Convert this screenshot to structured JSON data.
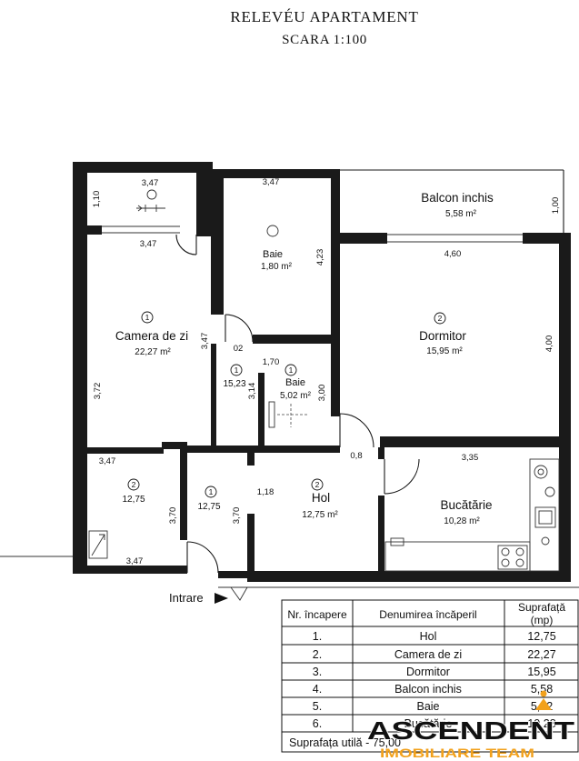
{
  "title": "RELEVÉU APARTAMENT",
  "scale": "SCARA 1:100",
  "plan": {
    "closet": {
      "dims": [
        "3,47",
        "1,10"
      ]
    },
    "camera_de_zi": {
      "number": "1",
      "name": "Camera de zi",
      "area": "22,27 m²",
      "dims": [
        "3,47",
        "3,72",
        "3,47"
      ]
    },
    "baie_sus": {
      "name": "Baie",
      "area": "1,80 m²",
      "dims": [
        "3,47",
        "4,23"
      ]
    },
    "hol_mic": {
      "number": "1",
      "area": "15,23",
      "dims": [
        "02",
        "3,14"
      ]
    },
    "baie": {
      "number": "1",
      "name": "Baie",
      "area": "5,02 m²",
      "dims": [
        "1,70",
        "3,00"
      ]
    },
    "balcon": {
      "name": "Balcon inchis",
      "area": "5,58 m²",
      "dims": [
        "1,00"
      ]
    },
    "dormitor": {
      "number": "2",
      "name": "Dormitor",
      "area": "15,95 m²",
      "dims": [
        "4,60",
        "4,00"
      ]
    },
    "bucatarie": {
      "name": "Bucătărie",
      "area": "10,28 m²",
      "dims": [
        "0,8",
        "3,35"
      ]
    },
    "camera_jos": {
      "number": "2",
      "area": "12,75",
      "dims": [
        "3,47",
        "3,70",
        "3,47"
      ]
    },
    "hol_intrare": {
      "number": "1",
      "area": "12,75",
      "dims": [
        "3,70",
        "1,18"
      ]
    },
    "hol": {
      "number": "2",
      "name": "Hol",
      "area": "12,75 m²"
    },
    "entrance": "Intrare"
  },
  "table": {
    "headers": {
      "nr": "Nr. încapere",
      "name": "Denumirea încăperil",
      "area": "Suprafață",
      "unit": "(mp)"
    },
    "rows": [
      [
        "1.",
        "Hol",
        "12,75"
      ],
      [
        "2.",
        "Camera de zi",
        "22,27"
      ],
      [
        "3.",
        "Dormitor",
        "15,95"
      ],
      [
        "4.",
        "Balcon inchis",
        "5,58"
      ],
      [
        "5.",
        "Baie",
        "5,02"
      ],
      [
        "6.",
        "Bucătărie",
        "10,28"
      ]
    ],
    "total": "Suprafața utilă - 75,00"
  },
  "logo": {
    "name": "ASCENDENT",
    "tagline": "IMOBILIARE TEAM",
    "icon": "person-triangle-icon"
  },
  "colors": {
    "walls": "#1a1a1a",
    "logo_text": "#111111",
    "logo_accent": "#f2a11c"
  }
}
